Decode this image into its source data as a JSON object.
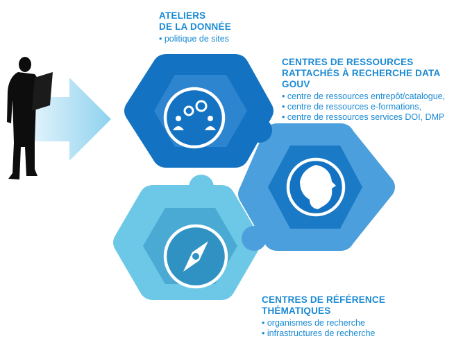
{
  "colors": {
    "text": "#1a8ad4",
    "hex_top": "#1373c2",
    "hex_right": "#4a9fdc",
    "hex_bottom": "#6cc8e6",
    "arrow": "#9fd9f1",
    "silhouette": "#0d0d0d"
  },
  "icons": {
    "top": "gears-people-icon",
    "right": "marianne-profile-icon",
    "bottom": "compass-icon",
    "person": "person-reading-silhouette"
  },
  "blocks": {
    "ateliers": {
      "title_lines": [
        "ATELIERS",
        "DE LA DONNÉE"
      ],
      "bullets": [
        "politique de sites"
      ]
    },
    "centres_ressources": {
      "title_lines": [
        "CENTRES DE RESSOURCES",
        "RATTACHÉS À RECHERCHE DATA GOUV"
      ],
      "bullets": [
        "centre de ressources entrepôt/catalogue,",
        "centre de ressources e-formations,",
        "centre de ressources services DOI, DMP"
      ]
    },
    "centres_reference": {
      "title_lines": [
        "CENTRES DE RÉFÉRENCE",
        "THÉMATIQUES"
      ],
      "bullets": [
        "organismes de recherche",
        "infrastructures de recherche"
      ]
    }
  }
}
